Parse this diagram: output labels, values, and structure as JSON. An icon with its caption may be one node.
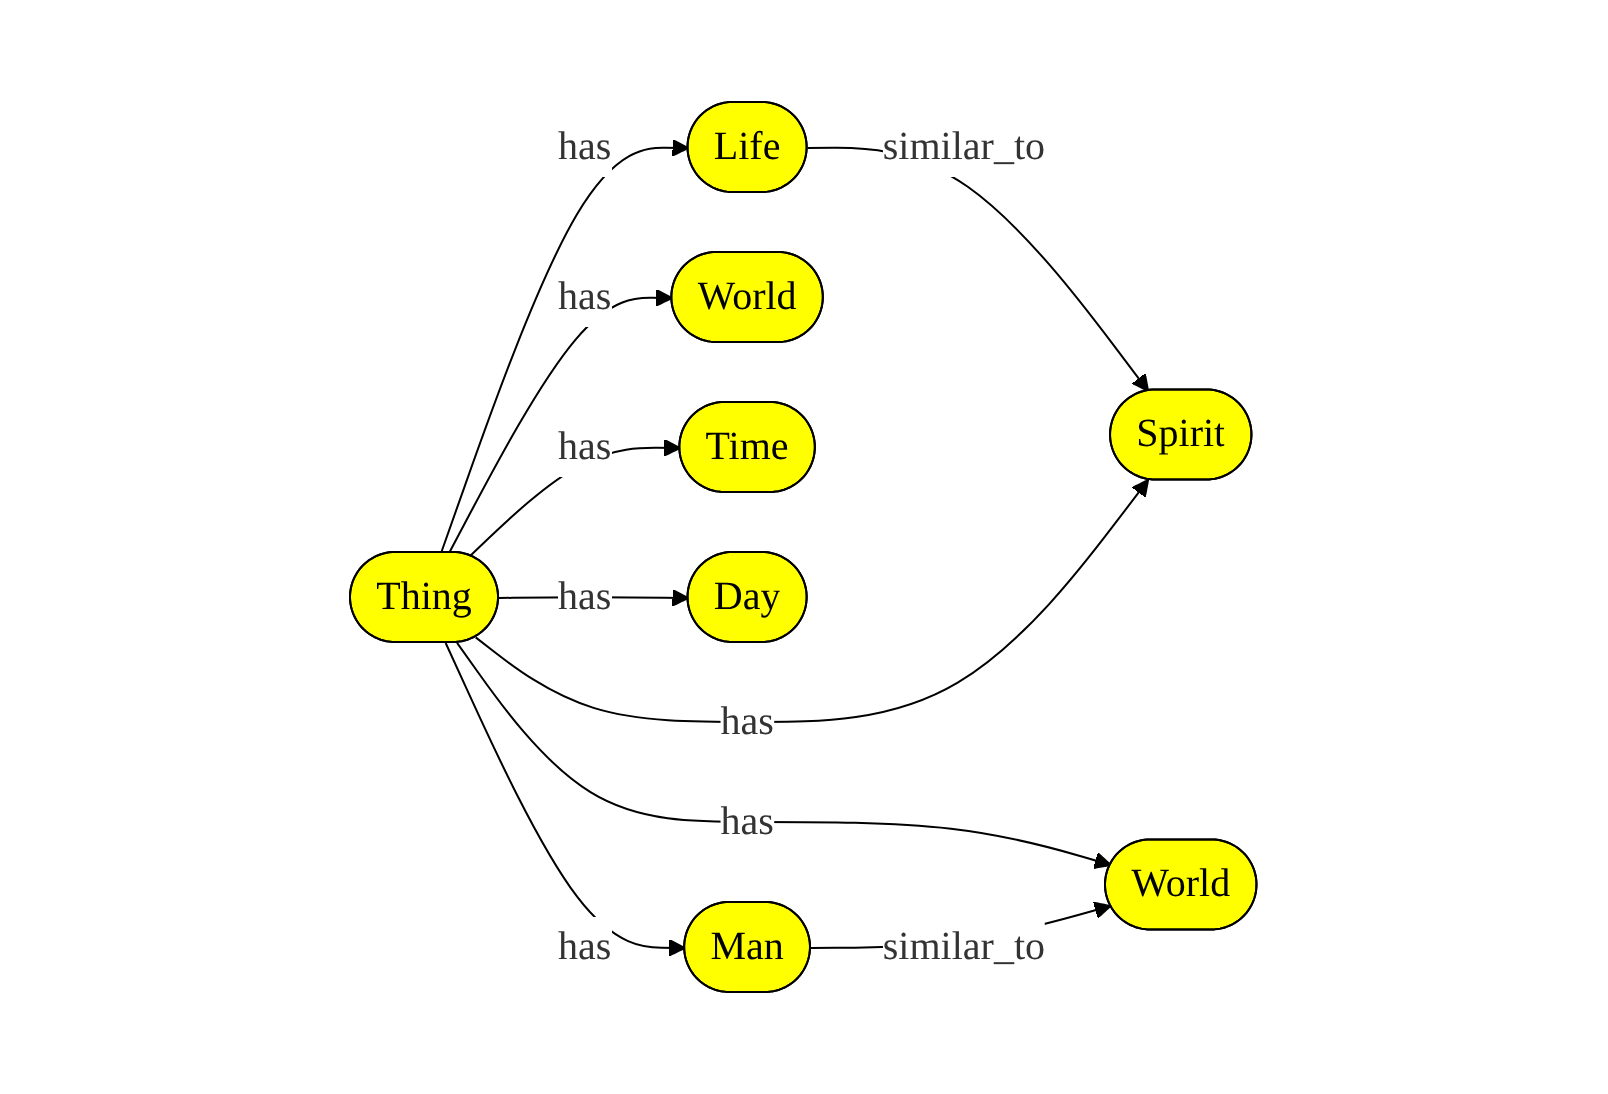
{
  "diagram": {
    "nodes": [
      {
        "text": [
          "Life"
        ]
      },
      {
        "text": [
          "Spirit"
        ]
      },
      {
        "text": [
          "World"
        ]
      },
      {
        "text": [
          "Thing"
        ]
      },
      {
        "text": [
          "Time"
        ]
      },
      {
        "text": [
          "World"
        ]
      },
      {
        "text": [
          "Day"
        ]
      },
      {
        "text": [
          "Man"
        ]
      }
    ],
    "edges": [
      {
        "from": 3,
        "to": 0,
        "arrow": "to",
        "label": "has"
      },
      {
        "from": 0,
        "to": 1,
        "arrow": "to",
        "label": "similar_to"
      },
      {
        "from": 3,
        "to": 1,
        "arrow": "to",
        "label": "has"
      },
      {
        "from": 3,
        "to": 2,
        "arrow": "to",
        "label": "has"
      },
      {
        "from": 3,
        "to": 4,
        "arrow": "to",
        "label": "has"
      },
      {
        "from": 3,
        "to": 5,
        "arrow": "to",
        "label": "has"
      },
      {
        "from": 3,
        "to": 6,
        "arrow": "to",
        "label": "has"
      },
      {
        "from": 3,
        "to": 7,
        "arrow": "to",
        "label": "has"
      },
      {
        "from": 7,
        "to": 5,
        "arrow": "to",
        "label": "similar_to"
      }
    ]
  }
}
